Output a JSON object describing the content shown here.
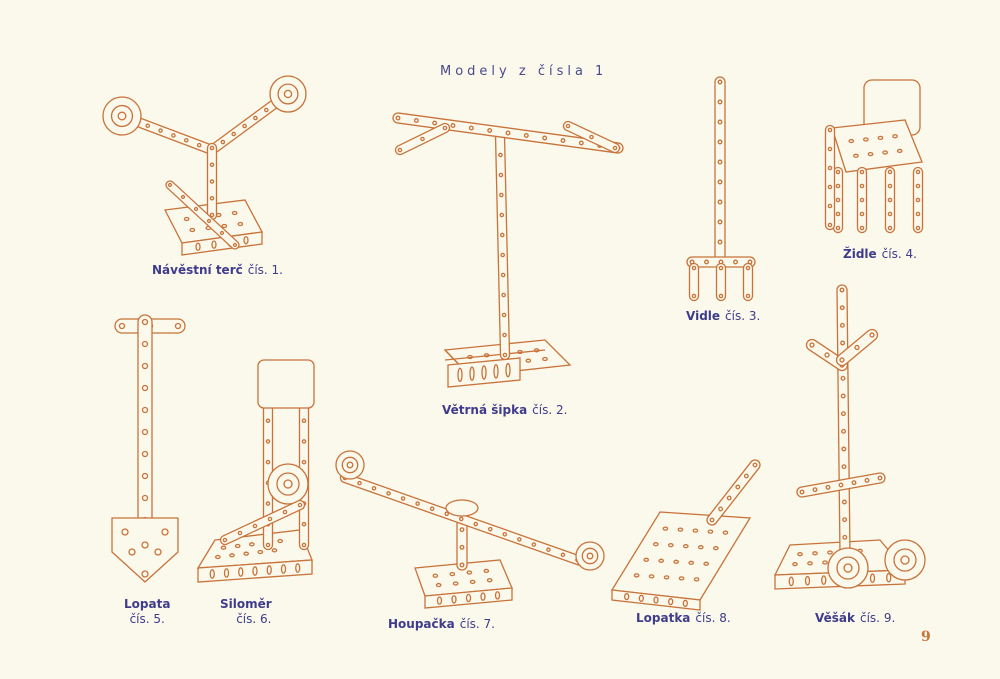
{
  "page": {
    "title": "Modely z čísla 1",
    "page_number": "9",
    "colors": {
      "paper": "#fbf8ec",
      "drawing": "#c8733a",
      "text": "#3f3c8c"
    }
  },
  "models": [
    {
      "name": "Návěstní terč",
      "number": "čís. 1."
    },
    {
      "name": "Větrná šipka",
      "number": "čís. 2."
    },
    {
      "name": "Vidle",
      "number": "čís. 3."
    },
    {
      "name": "Židle",
      "number": "čís. 4."
    },
    {
      "name": "Lopata",
      "number": "čís. 5."
    },
    {
      "name": "Siloměr",
      "number": "čís. 6."
    },
    {
      "name": "Houpačka",
      "number": "čís. 7."
    },
    {
      "name": "Lopatka",
      "number": "čís. 8."
    },
    {
      "name": "Věšák",
      "number": "čís. 9."
    }
  ]
}
